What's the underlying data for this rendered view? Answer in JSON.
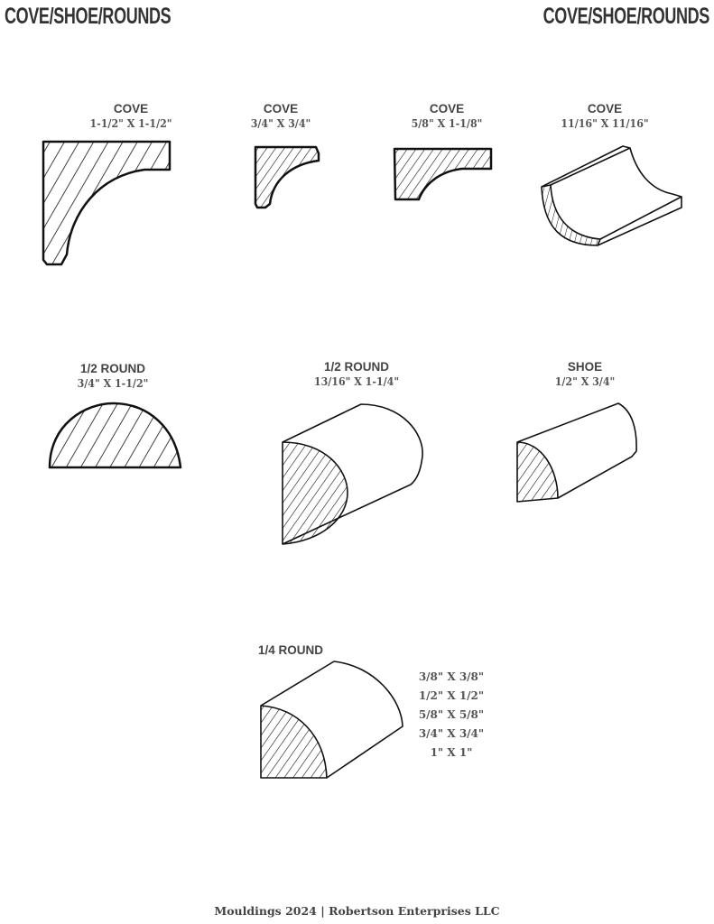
{
  "header": {
    "left_title": "COVE/SHOE/ROUNDS",
    "right_title": "COVE/SHOE/ROUNDS"
  },
  "profiles": [
    {
      "name": "COVE",
      "size": "1-1/2\" X 1-1/2\""
    },
    {
      "name": "COVE",
      "size": "3/4\" X 3/4\""
    },
    {
      "name": "COVE",
      "size": "5/8\" X 1-1/8\""
    },
    {
      "name": "COVE",
      "size": "11/16\" X 11/16\""
    },
    {
      "name": "1/2 ROUND",
      "size": "3/4\" X 1-1/2\""
    },
    {
      "name": "1/2 ROUND",
      "size": "13/16\" X 1-1/4\""
    },
    {
      "name": "SHOE",
      "size": "1/2\" X 3/4\""
    }
  ],
  "quarter_round": {
    "name": "1/4 ROUND",
    "sizes": [
      "3/8\" X 3/8\"",
      "1/2\" X 1/2\"",
      "5/8\" X 5/8\"",
      "3/4\" X 3/4\"",
      "1\" X 1\""
    ]
  },
  "footer": "Mouldings 2024 | Robertson Enterprises LLC"
}
